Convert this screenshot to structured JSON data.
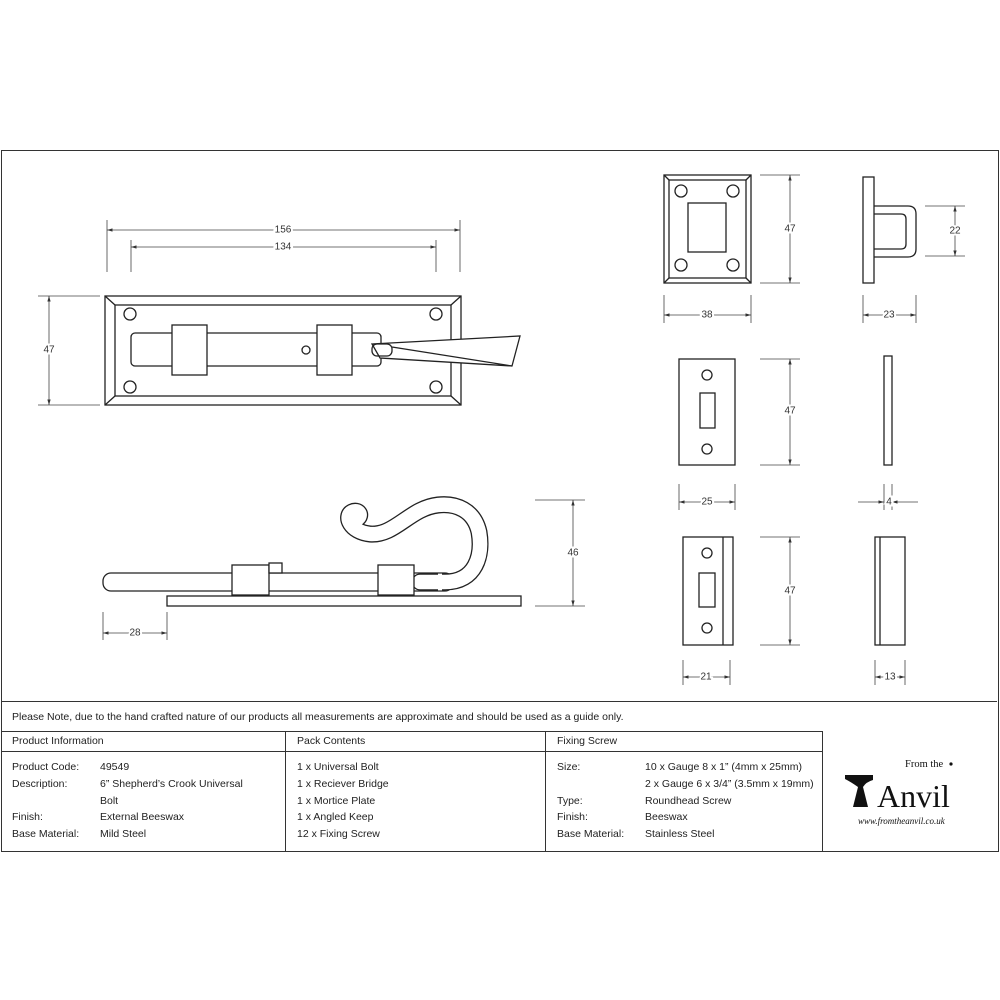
{
  "dimensions": {
    "bolt_overall_length": "156",
    "bolt_hole_centres": "134",
    "bolt_plate_height": "47",
    "bolt_projection": "46",
    "bolt_overhang": "28",
    "bridge_height": "47",
    "bridge_width": "38",
    "bridge_loop_height": "22",
    "bridge_depth": "23",
    "keep_height": "47",
    "keep_width": "25",
    "keep_thickness": "4",
    "mortice_height": "47",
    "mortice_width": "21",
    "mortice_depth": "13"
  },
  "note": "Please Note, due to the hand crafted nature of our products all measurements are approximate and should be used as a guide only.",
  "product_info": {
    "heading": "Product Information",
    "rows": [
      {
        "key": "Product Code:",
        "value": "49549"
      },
      {
        "key": "Description:",
        "value": "6” Shepherd’s Crook Universal"
      },
      {
        "key": "",
        "value": "Bolt"
      },
      {
        "key": "Finish:",
        "value": "External Beeswax"
      },
      {
        "key": "Base Material:",
        "value": "Mild Steel"
      }
    ]
  },
  "pack_contents": {
    "heading": "Pack Contents",
    "items": [
      "1 x Universal Bolt",
      "1 x Reciever Bridge",
      "1 x Mortice Plate",
      "1 x Angled Keep",
      "12 x Fixing Screw"
    ]
  },
  "fixing_screw": {
    "heading": "Fixing Screw",
    "rows": [
      {
        "key": "Size:",
        "value": "10 x Gauge 8 x 1” (4mm x 25mm)"
      },
      {
        "key": "",
        "value": "2 x Gauge 6 x 3/4” (3.5mm x 19mm)"
      },
      {
        "key": "Type:",
        "value": "Roundhead Screw"
      },
      {
        "key": "Finish:",
        "value": "Beeswax"
      },
      {
        "key": "Base Material:",
        "value": "Stainless Steel"
      }
    ]
  },
  "logo": {
    "top": "From the",
    "brand": "Anvil",
    "url": "www.fromtheanvil.co.uk"
  }
}
